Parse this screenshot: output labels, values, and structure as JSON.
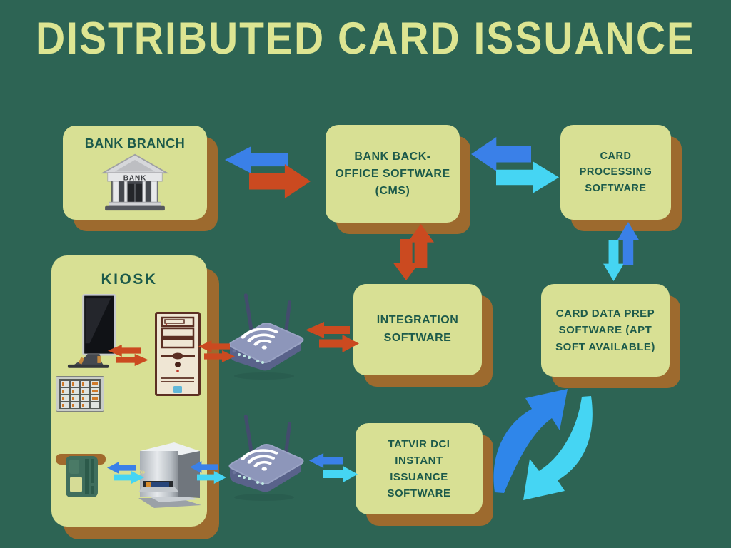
{
  "title": "DISTRIBUTED CARD ISSUANCE",
  "nodes": {
    "bank_branch": {
      "label": "BANK BRANCH"
    },
    "back_office": {
      "label": "BANK BACK-OFFICE SOFTWARE (CMS)"
    },
    "card_processing": {
      "label": "CARD PROCESSING SOFTWARE"
    },
    "kiosk": {
      "label": "KIOSK"
    },
    "integration": {
      "label": "INTEGRATION SOFTWARE"
    },
    "card_data_prep": {
      "label": "CARD DATA PREP SOFTWARE (APT SOFT AVAILABLE)"
    },
    "instant_issuance": {
      "label": "TATVIR DCI INSTANT ISSUANCE SOFTWARE"
    }
  },
  "icons": {
    "bank_sign": "BANK",
    "names": [
      "bank-building-icon",
      "kiosk-terminal-icon",
      "pin-keypad-icon",
      "pc-tower-icon",
      "card-slot-icon",
      "card-printer-icon",
      "wifi-router-icon"
    ]
  },
  "colors": {
    "background": "#2d6454",
    "box_fill": "#d8e094",
    "box_shadow": "#9d6a2e",
    "title_text": "#dde592",
    "box_text": "#1c5a4a",
    "arrow_blue": "#3a80e8",
    "arrow_cyan": "#45d5f3",
    "arrow_red": "#cb4a20"
  },
  "connections": [
    {
      "from": "back_office",
      "to": "bank_branch",
      "colors": [
        "blue",
        "red"
      ]
    },
    {
      "from": "back_office",
      "to": "card_processing",
      "colors": [
        "blue",
        "cyan"
      ]
    },
    {
      "from": "back_office",
      "to": "integration",
      "colors": [
        "red",
        "red"
      ]
    },
    {
      "from": "card_processing",
      "to": "card_data_prep",
      "colors": [
        "blue",
        "cyan"
      ]
    },
    {
      "from": "kiosk-terminal",
      "to": "pc-tower",
      "colors": [
        "red",
        "red"
      ]
    },
    {
      "from": "pc-tower",
      "to": "router-1",
      "colors": [
        "red",
        "red"
      ]
    },
    {
      "from": "router-1",
      "to": "integration",
      "colors": [
        "red",
        "red"
      ]
    },
    {
      "from": "card-slot",
      "to": "card-printer",
      "colors": [
        "blue",
        "cyan"
      ]
    },
    {
      "from": "card-printer",
      "to": "router-2",
      "colors": [
        "blue",
        "cyan"
      ]
    },
    {
      "from": "router-2",
      "to": "instant_issuance",
      "colors": [
        "blue",
        "cyan"
      ]
    },
    {
      "from": "card_data_prep",
      "to": "instant_issuance",
      "colors": [
        "blue",
        "cyan"
      ],
      "style": "curved"
    }
  ]
}
